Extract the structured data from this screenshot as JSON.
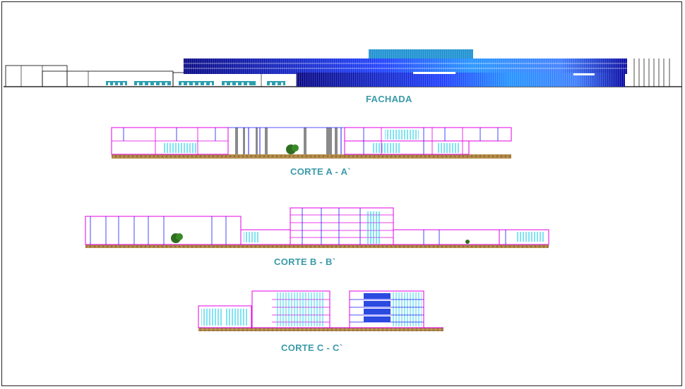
{
  "drawings": {
    "fachada": {
      "label": "FACHADA"
    },
    "corte_a": {
      "label": "CORTE A - A`"
    },
    "corte_b": {
      "label": "CORTE B - B`"
    },
    "corte_c": {
      "label": "CORTE C - C`"
    }
  },
  "colors": {
    "label": "#3a9aa8",
    "magenta": "#e400e4",
    "blue": "#1a1aff",
    "cyan": "#00d8ff",
    "ground": "#a07a3c",
    "tree": "#2e6e1e"
  }
}
